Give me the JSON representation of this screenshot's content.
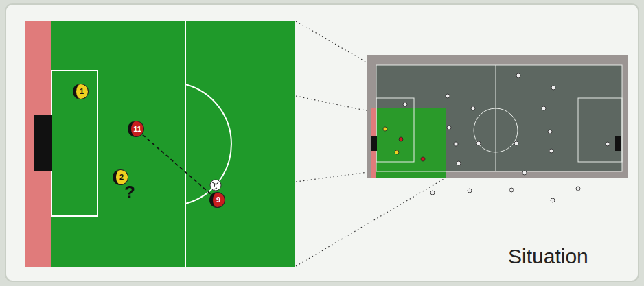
{
  "diagram": {
    "caption": "Situation",
    "nodes": [
      {
        "text": [
          "1"
        ]
      },
      {
        "text": [
          "11"
        ]
      },
      {
        "text": [
          "2"
        ]
      },
      {
        "text": [
          "9"
        ]
      }
    ],
    "edges": [
      {
        "from": 1,
        "to": 3,
        "arrow": "none"
      }
    ],
    "labels": [
      "?"
    ]
  }
}
